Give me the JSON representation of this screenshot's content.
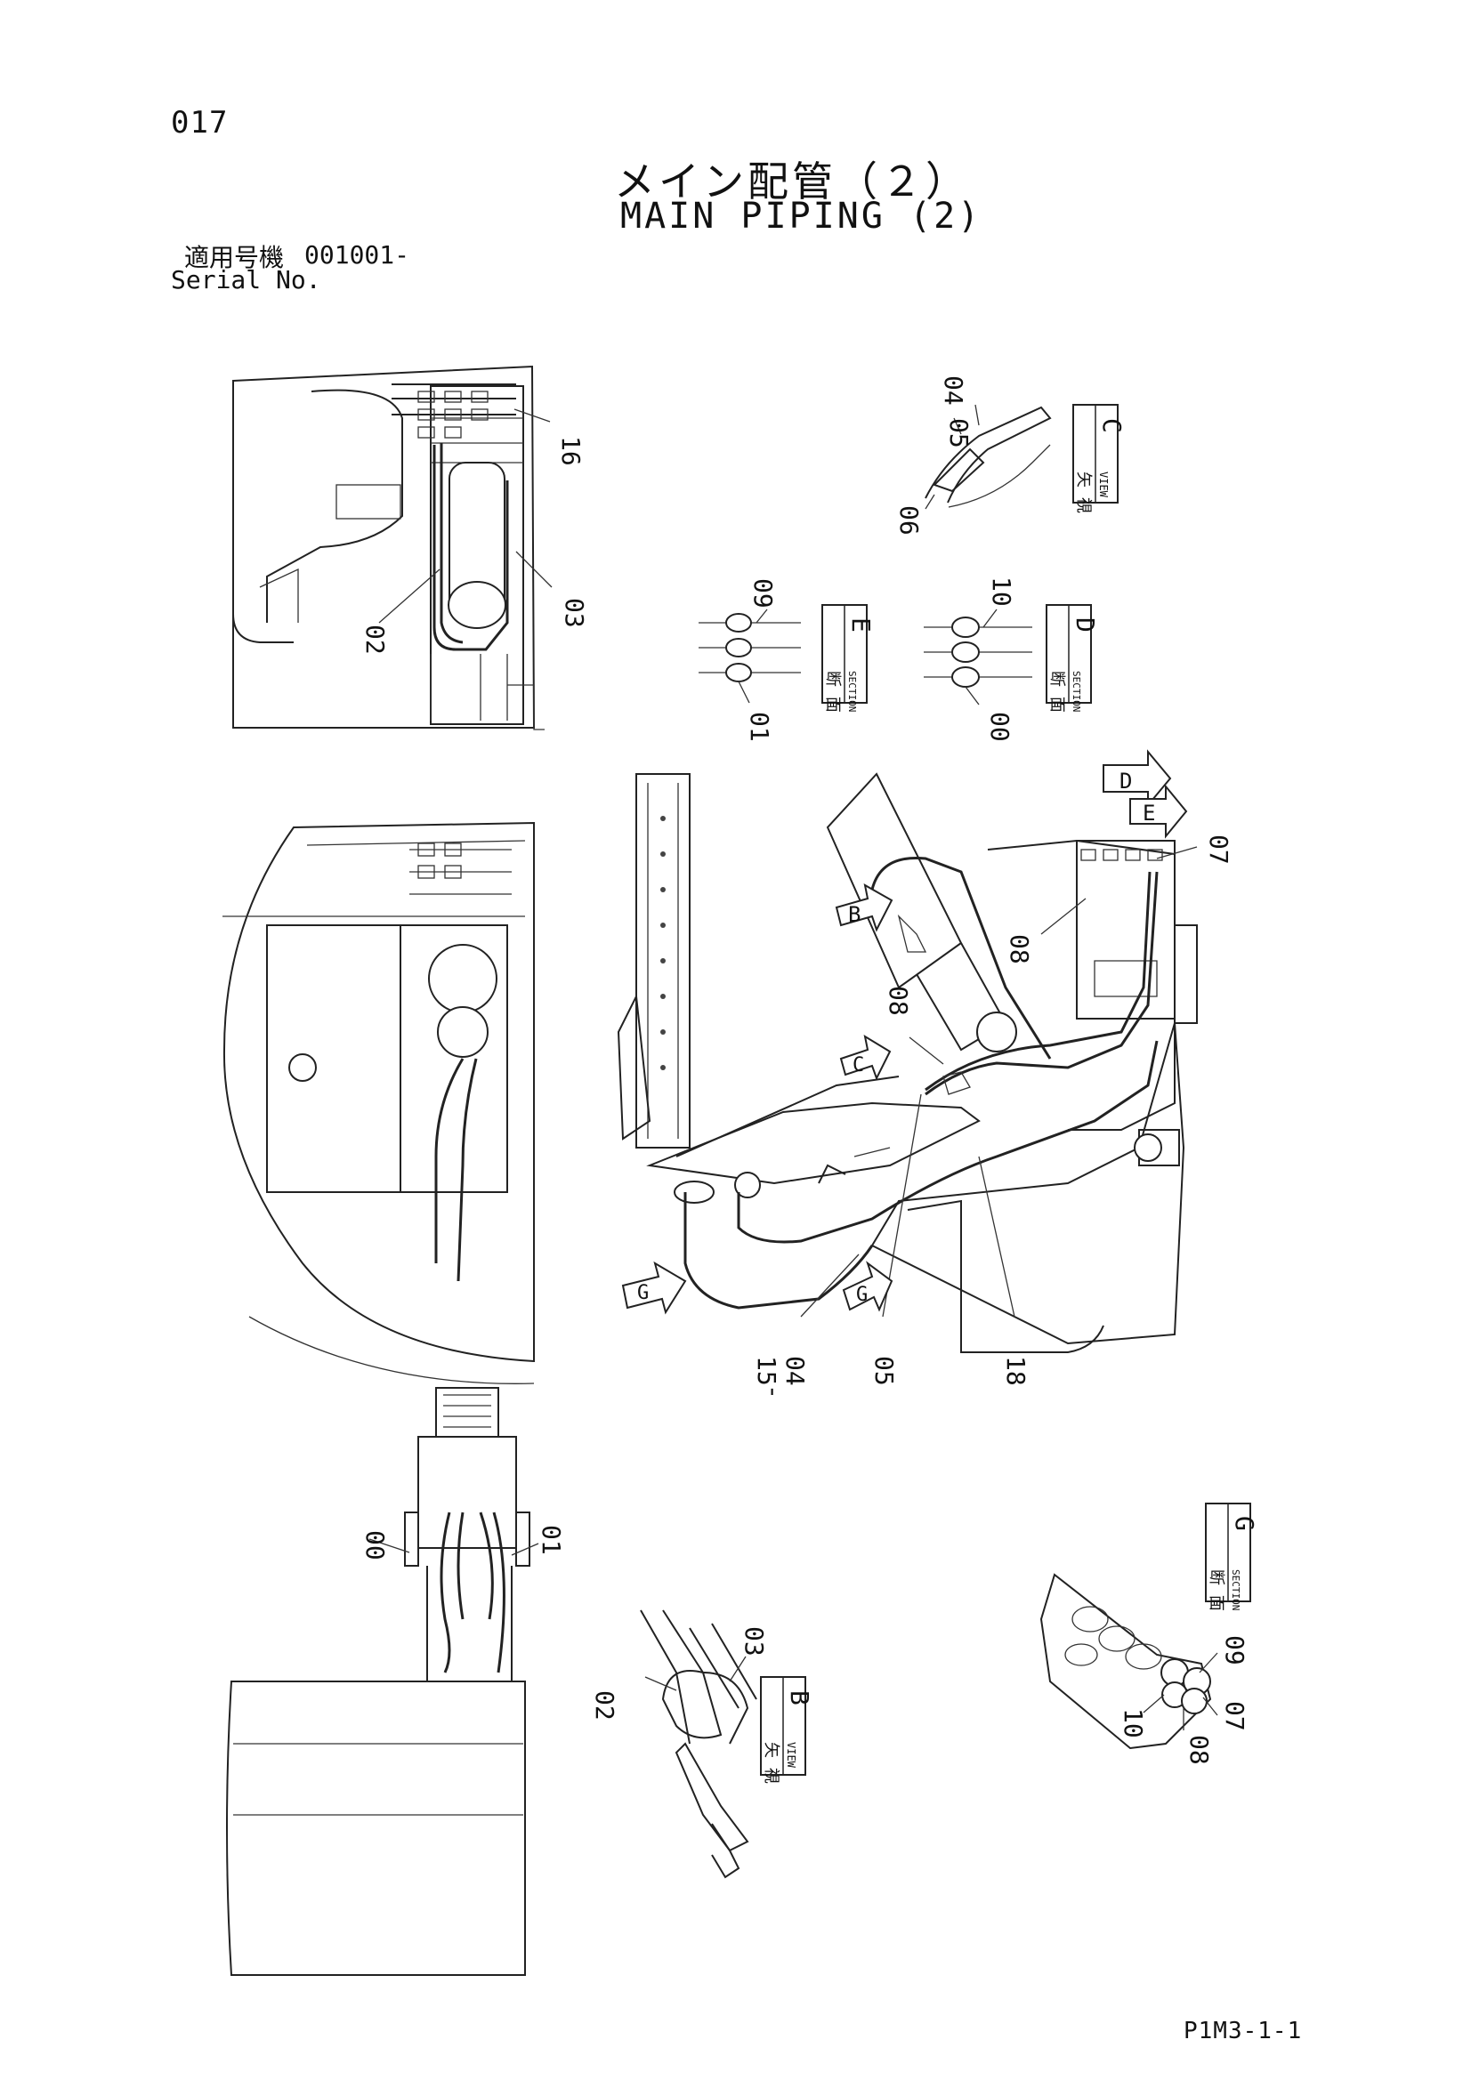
{
  "page": {
    "number": "017",
    "title_jp": "メイン配管（２）",
    "title_en": "MAIN PIPING (2)",
    "serial_label_jp": "適用号機",
    "serial_value": "001001-",
    "serial_label_en": "Serial No.",
    "footer_code": "P1M3-1-1"
  },
  "callouts": {
    "c16": "16",
    "c03_top": "03",
    "c02_top": "02",
    "c05_c": "05",
    "c04_c": "04",
    "c06_c": "06",
    "c09_e": "09",
    "c01_e": "01",
    "c10_d": "10",
    "c00_d": "00",
    "c07_main": "07",
    "c08_main_a": "08",
    "c08_main_b": "08",
    "c15_04": "15\n-\n04",
    "c15": "15",
    "c15_dash": "-",
    "c04_bottom": "04",
    "c05_bottom": "05",
    "c18": "18",
    "c00_mid": "00",
    "c01_mid": "01",
    "c02_b": "02",
    "c03_b": "03",
    "c09_g": "09",
    "c07_g": "07",
    "c10_g": "10",
    "c08_g": "08"
  },
  "views": {
    "view_c": {
      "jp": "矢 視",
      "en": "VIEW",
      "letter": "C"
    },
    "section_e": {
      "jp": "断 面",
      "en": "SECTION",
      "letter": "E"
    },
    "section_d": {
      "jp": "断 面",
      "en": "SECTION",
      "letter": "D"
    },
    "section_g": {
      "jp": "断 面",
      "en": "SECTION",
      "letter": "G"
    },
    "view_b": {
      "jp": "矢 視",
      "en": "VIEW",
      "letter": "B"
    }
  },
  "arrows": {
    "d": "D",
    "e": "E",
    "b": "B",
    "c": "C",
    "g_left": "G",
    "g_mid": "G"
  }
}
